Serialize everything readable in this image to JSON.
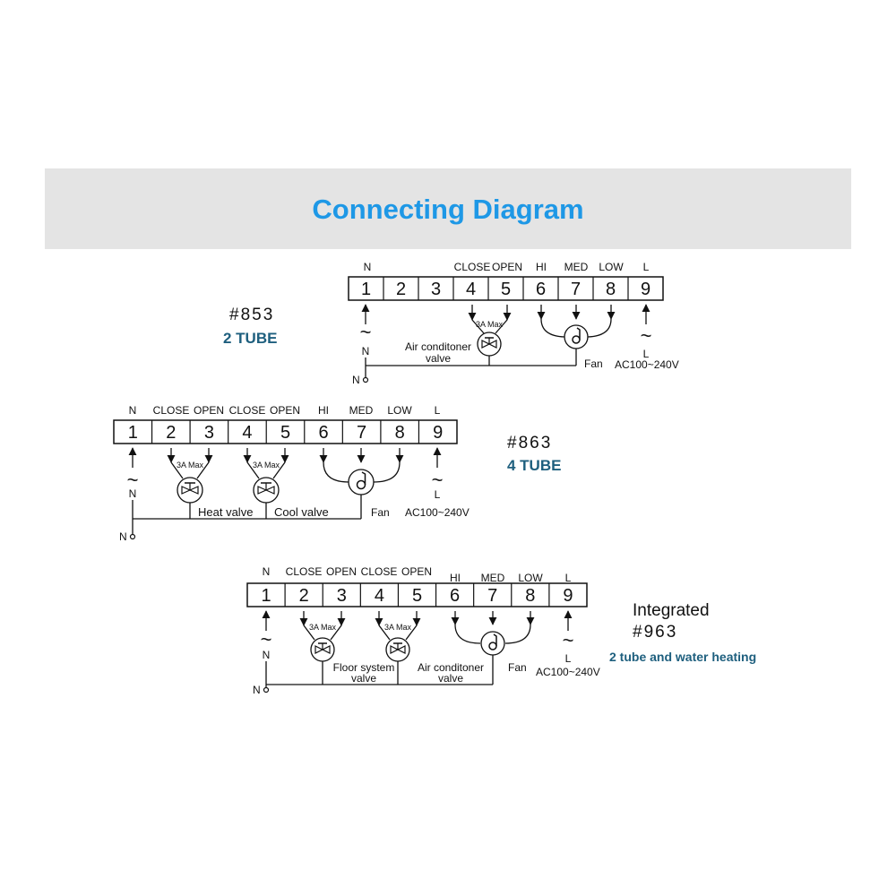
{
  "title": "Connecting Diagram",
  "common": {
    "terminal_numbers": [
      "1",
      "2",
      "3",
      "4",
      "5",
      "6",
      "7",
      "8",
      "9"
    ],
    "n": "N",
    "l": "L",
    "close": "CLOSE",
    "open": "OPEN",
    "hi": "HI",
    "med": "MED",
    "low": "LOW",
    "max": "3A Max",
    "fan": "Fan",
    "ac": "AC100~240V",
    "tilde": "~"
  },
  "d853": {
    "model": "#853",
    "type": "2 TUBE",
    "valve1": "Air conditoner",
    "valve2": "valve"
  },
  "d863": {
    "model": "#863",
    "type": "4 TUBE",
    "heat": "Heat valve",
    "cool": "Cool valve"
  },
  "d963": {
    "integrated": "Integrated",
    "model": "#963",
    "type": "2 tube and water heating",
    "floor1": "Floor system",
    "floor2": "valve",
    "air1": "Air conditoner",
    "air2": "valve"
  }
}
